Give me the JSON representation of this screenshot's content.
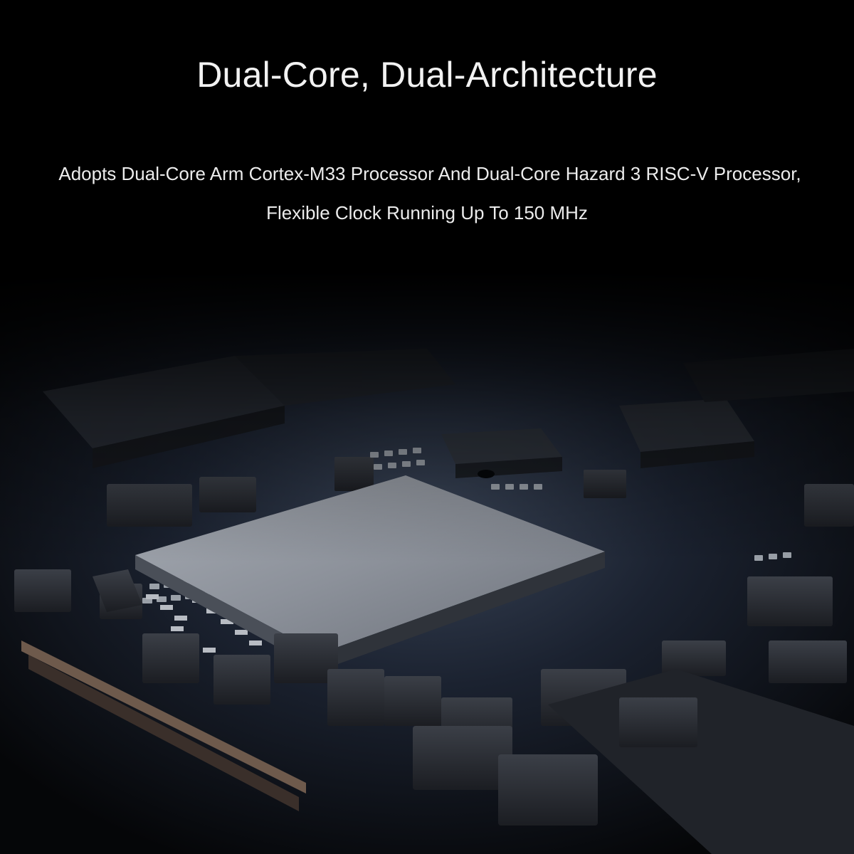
{
  "header": {
    "title": "Dual-Core, Dual-Architecture",
    "subtitle_line1": "Adopts Dual-Core Arm Cortex-M33 Processor And Dual-Core Hazard 3 RISC-V Processor,",
    "subtitle_line2": "Flexible Clock Running Up To 150 MHz"
  },
  "image": {
    "subject": "circuit-board-with-processor-chip",
    "colors": {
      "background": "#000000",
      "board": "#1a2130",
      "chip_top": "#8e939c",
      "chip_edge": "#3a3f48",
      "component": "#2a2d33",
      "highlight": "#c9cdd4"
    }
  }
}
